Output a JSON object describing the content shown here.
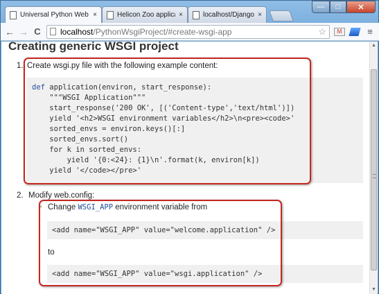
{
  "tabs": [
    {
      "title": "Universal Python Web Ap",
      "close": "×",
      "active": true
    },
    {
      "title": "Helicon Zoo application c",
      "close": "×",
      "active": false
    },
    {
      "title": "localhost/DjangoProject/",
      "close": "×",
      "active": false
    }
  ],
  "window_controls": {
    "minimize": "—",
    "maximize": "□",
    "close": "✕"
  },
  "toolbar": {
    "back": "←",
    "forward": "→",
    "reload": "C",
    "url_host": "localhost",
    "url_path": "/PythonWsgiProject/#create-wsgi-app",
    "star": "☆",
    "menu": "≡",
    "gmail_label": "M"
  },
  "page": {
    "title": "Creating generic WSGI project",
    "step1": {
      "number": "1.",
      "text": "Create wsgi.py file with the following example content:",
      "code_lines": [
        "def application(environ, start_response):",
        "    \"\"\"WSGI Application\"\"\"",
        "    start_response('200 OK', [('Content-type','text/html')])",
        "    yield '<h2>WSGI environment variables</h2>\\n<pre><code>'",
        "    sorted_envs = environ.keys()[:]",
        "    sorted_envs.sort()",
        "    for k in sorted_envs:",
        "        yield '{0:<24}: {1}\\n'.format(k, environ[k])",
        "    yield '</code></pre>'"
      ]
    },
    "step2": {
      "number": "2.",
      "text": "Modify web.config:",
      "bullet": "◦",
      "change_prefix": "Change ",
      "change_var": "WSGI_APP",
      "change_suffix": " environment variable from",
      "from_code": "<add name=\"WSGI_APP\" value=\"welcome.application\" />",
      "to_label": "to",
      "to_code": "<add name=\"WSGI_APP\" value=\"wsgi.application\" />"
    }
  },
  "colors": {
    "annotation": "#c4271f",
    "code_bg": "#f0f0f0",
    "keyword": "#1f4f9a"
  }
}
